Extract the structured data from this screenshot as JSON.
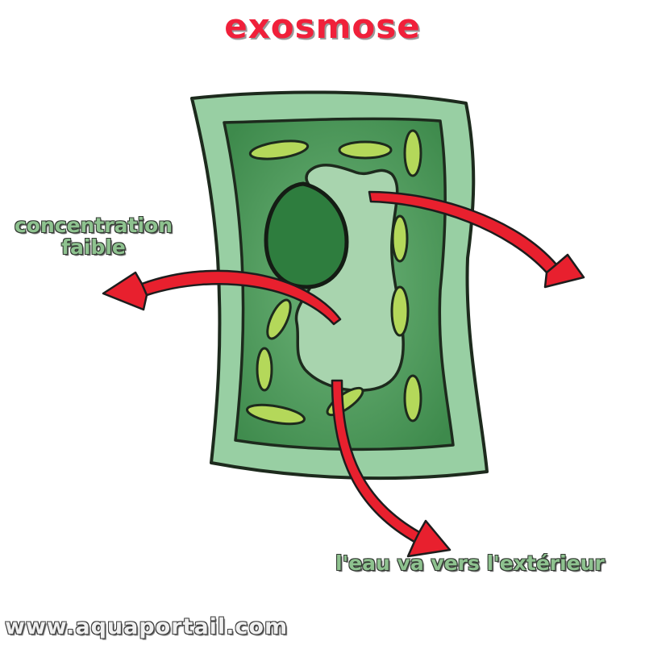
{
  "title": "exosmose",
  "labels": {
    "low_concentration_line1": "concentration",
    "low_concentration_line2": "faible",
    "water_outward": "l'eau va vers l'extérieur"
  },
  "footer": "www.aquaportail.com",
  "colors": {
    "title": "#f0203a",
    "arrow": "#e8202e",
    "cell_wall": "#98cfa3",
    "cytoplasm": "#4f9a5c",
    "nucleus": "#2e7d3e",
    "chloroplast": "#b4d85a",
    "vacuole": "#a8d4ae",
    "label_text": "#8ec28f"
  }
}
